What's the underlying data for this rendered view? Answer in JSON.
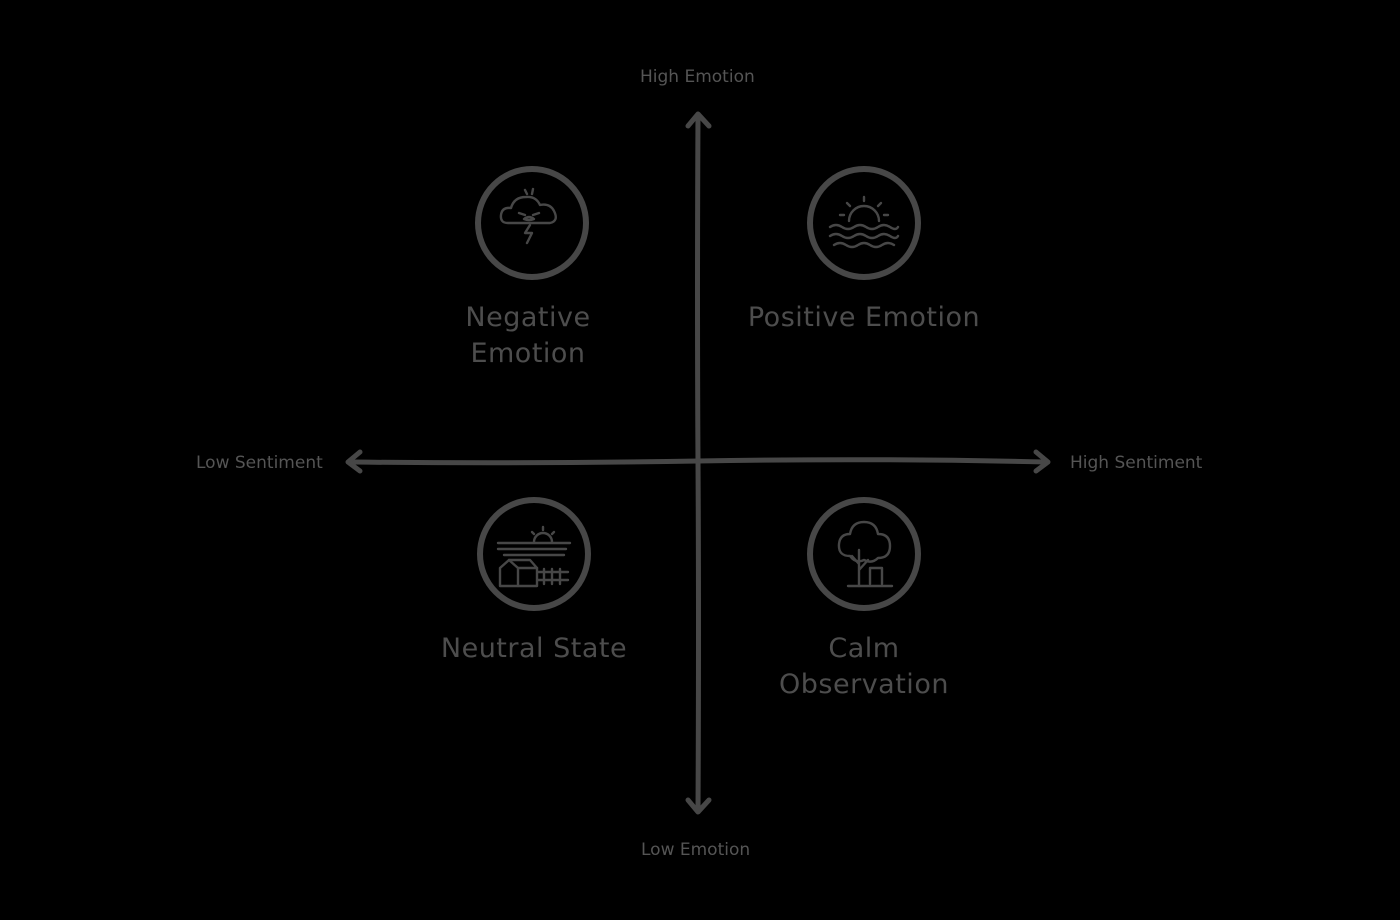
{
  "axes": {
    "top": "High Emotion",
    "bottom": "Low Emotion",
    "left": "Low Sentiment",
    "right": "High Sentiment"
  },
  "quadrants": [
    {
      "id": "negative",
      "lines": [
        "Negative",
        "Emotion"
      ],
      "icon": "storm-cloud-icon"
    },
    {
      "id": "positive",
      "lines": [
        "Positive Emotion"
      ],
      "icon": "sunrise-over-water-icon"
    },
    {
      "id": "neutral",
      "lines": [
        "Neutral State"
      ],
      "icon": "farm-landscape-icon"
    },
    {
      "id": "calm",
      "lines": [
        "Calm",
        "Observation"
      ],
      "icon": "tree-icon"
    }
  ],
  "colors": {
    "background": "#000000",
    "stroke": "#474747",
    "text": "#4d4d4d",
    "axis_text": "#555555"
  }
}
